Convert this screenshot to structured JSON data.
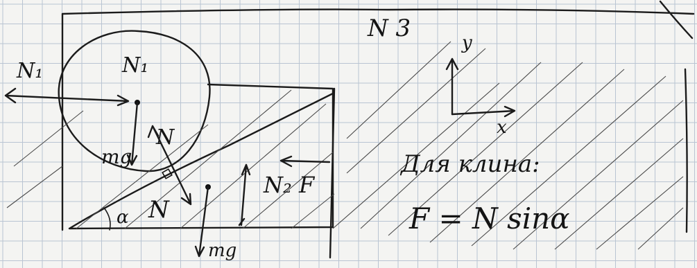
{
  "labels": {
    "problem_number": "N 3",
    "n1_left": "N₁",
    "n1_ball": "N₁",
    "mg_ball": "mg",
    "n_ball": "N",
    "n_wedge": "N",
    "alpha": "α",
    "n2_f": "N₂ F",
    "mg_wedge": "mg",
    "axis_y": "y",
    "axis_x": "x",
    "wedge_caption": "Для клина:",
    "equation": "F = N sinα"
  }
}
